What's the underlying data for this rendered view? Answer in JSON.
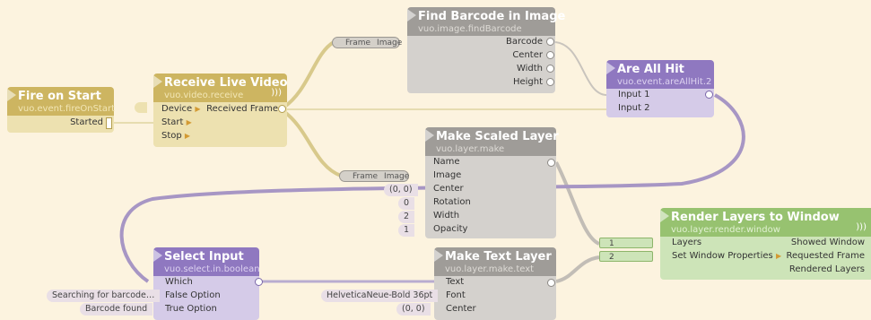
{
  "nodes": {
    "fire_on_start": {
      "title": "Fire on Start",
      "class": "vuo.event.fireOnStart",
      "outputs": [
        "Started"
      ]
    },
    "receive_video": {
      "title": "Receive Live Video",
      "class": "vuo.video.receive",
      "inputs": [
        "Device",
        "Start",
        "Stop"
      ],
      "outputs": [
        "Received Frame"
      ]
    },
    "find_barcode": {
      "title": "Find Barcode in Image",
      "class": "vuo.image.findBarcode",
      "outputs": [
        "Barcode",
        "Center",
        "Width",
        "Height"
      ]
    },
    "are_all_hit": {
      "title": "Are All Hit",
      "class": "vuo.event.areAllHit.2",
      "inputs": [
        "Input 1",
        "Input 2"
      ]
    },
    "make_scaled_layer": {
      "title": "Make Scaled Layer",
      "class": "vuo.layer.make",
      "inputs": [
        "Name",
        "Image",
        "Center",
        "Rotation",
        "Width",
        "Opacity"
      ]
    },
    "render_layers": {
      "title": "Render Layers to Window",
      "class": "vuo.layer.render.window",
      "inputs": [
        "Layers",
        "Set Window Properties"
      ],
      "outputs": [
        "Showed Window",
        "Requested Frame",
        "Rendered Layers"
      ]
    },
    "select_input": {
      "title": "Select Input",
      "class": "vuo.select.in.boolean",
      "inputs": [
        "Which",
        "False Option",
        "True Option"
      ]
    },
    "make_text_layer": {
      "title": "Make Text Layer",
      "class": "vuo.layer.make.text",
      "inputs": [
        "Text",
        "Font",
        "Center"
      ]
    }
  },
  "constants": {
    "scaled_center": "(0, 0)",
    "rotation": "0",
    "width": "2",
    "opacity": "1",
    "false_option": "Searching for barcode…",
    "true_option": "Barcode found",
    "font": "HelveticaNeue-Bold 36pt",
    "text_center": "(0, 0)"
  },
  "type_converters": {
    "frame_to_barcode": {
      "from": "Frame",
      "to": "Image"
    },
    "frame_to_layer": {
      "from": "Frame",
      "to": "Image"
    }
  },
  "list_items": [
    "1",
    "2"
  ],
  "colors": {
    "background": "#fcf3df",
    "event_node": "#cdb561",
    "image_node": "#9f9c98",
    "logic_node": "#8f78c0",
    "render_node": "#97c270"
  },
  "icons": {
    "node_flag": "triangle-flag-icon",
    "live_source": "wireless-broadcast-icon",
    "publish": "triangle-right-icon"
  }
}
